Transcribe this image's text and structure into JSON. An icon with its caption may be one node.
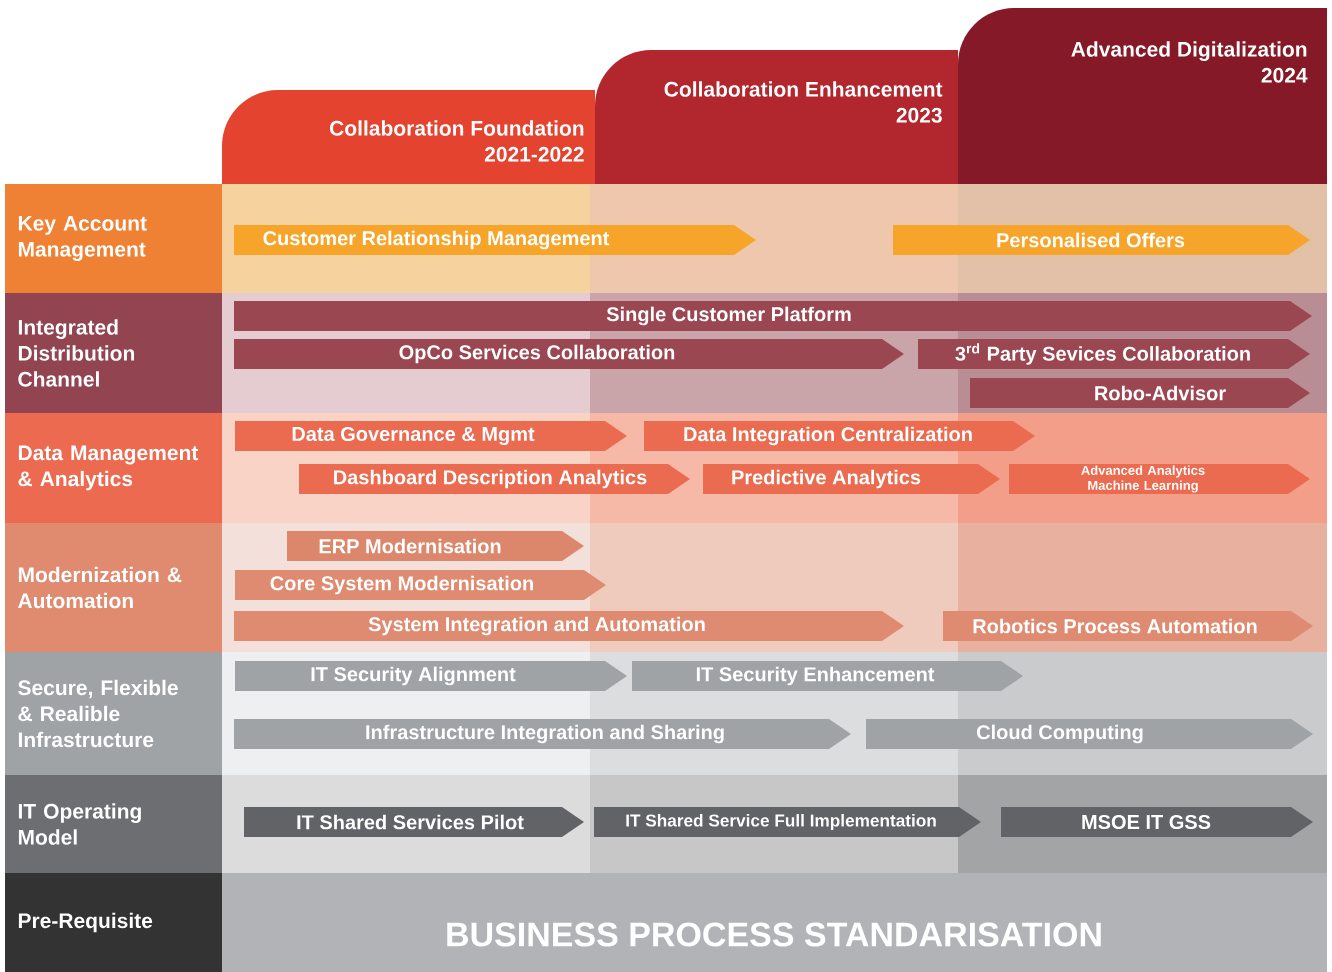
{
  "diagram": {
    "nodes": [
      {
        "text": [
          "Collaboration Foundation",
          "2021-2022"
        ]
      },
      {
        "text": [
          "Collaboration Enhancement",
          "2023"
        ]
      },
      {
        "text": [
          "Advanced Digitalization",
          "2024"
        ]
      },
      {
        "text": [
          "Key Account Management"
        ]
      },
      {
        "text": [
          "Integrated Distribution Channel"
        ]
      },
      {
        "text": [
          "Data Management & Analytics"
        ]
      },
      {
        "text": [
          "Modernization & Automation"
        ]
      },
      {
        "text": [
          "Secure, Flexible & Realible Infrastructure"
        ]
      },
      {
        "text": [
          "IT Operating Model"
        ]
      },
      {
        "text": [
          "Pre-Requisite"
        ]
      },
      {
        "text": [
          "Customer Relationship Management"
        ]
      },
      {
        "text": [
          "Personalised Offers"
        ]
      },
      {
        "text": [
          "Single Customer Platform"
        ]
      },
      {
        "text": [
          "OpCo Services Collaboration"
        ]
      },
      {
        "text": [
          "3$^{rd}$ Party Sevices Collaboration"
        ]
      },
      {
        "text": [
          "Robo-Advisor"
        ]
      },
      {
        "text": [
          "Data Governance & Mgmt"
        ]
      },
      {
        "text": [
          "Data Integration Centralization"
        ]
      },
      {
        "text": [
          "Dashboard Description Analytics"
        ]
      },
      {
        "text": [
          "Predictive Analytics"
        ]
      },
      {
        "text": [
          "Advanced Analytics Machine Learning"
        ]
      },
      {
        "text": [
          "ERP Modernisation"
        ]
      },
      {
        "text": [
          "Core System Modernisation"
        ]
      },
      {
        "text": [
          "System Integration and Automation"
        ]
      },
      {
        "text": [
          "Robotics Process Automation"
        ]
      },
      {
        "text": [
          "IT Security Alignment"
        ]
      },
      {
        "text": [
          "IT Security Enhancement"
        ]
      },
      {
        "text": [
          "Infrastructure Integration and Sharing"
        ]
      },
      {
        "text": [
          "Cloud Computing"
        ]
      },
      {
        "text": [
          "IT Shared Services Pilot"
        ]
      },
      {
        "text": [
          "IT Shared Service Full Implementation"
        ]
      },
      {
        "text": [
          "MSOE IT GSS"
        ]
      },
      {
        "text": [
          "BUSINESS PROCESS STANDARISATION"
        ]
      }
    ]
  }
}
